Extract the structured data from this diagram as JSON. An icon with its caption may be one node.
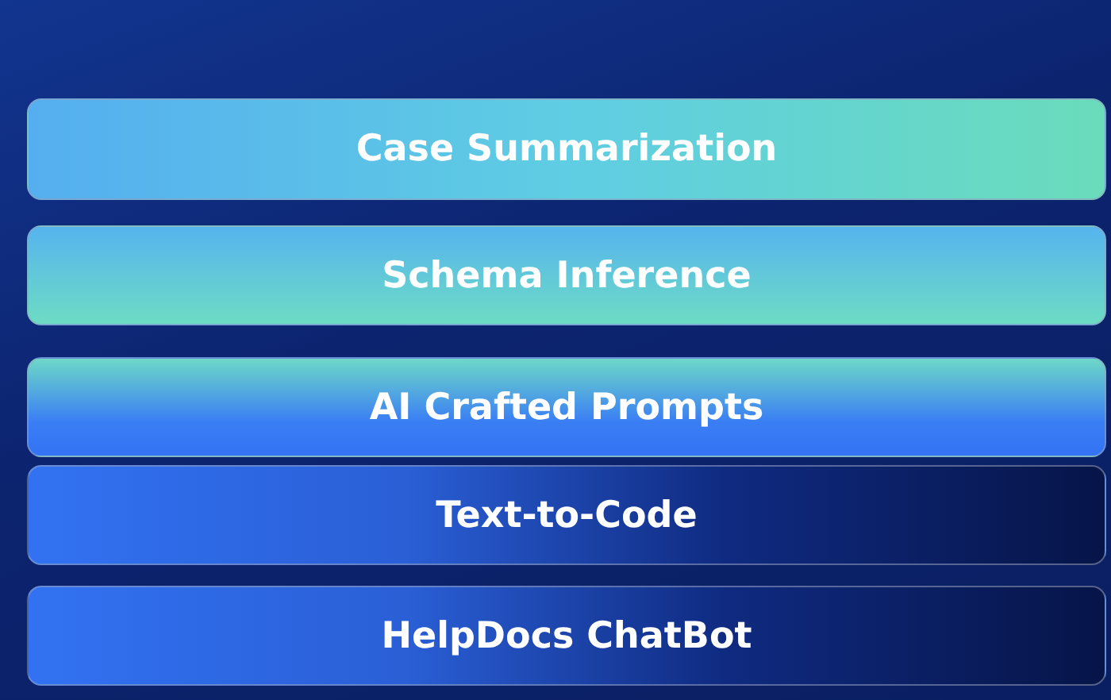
{
  "diagram": {
    "nodes": [
      {
        "text": [
          "Case Summarization"
        ]
      },
      {
        "text": [
          "Schema Inference"
        ]
      },
      {
        "text": [
          "AI Crafted Prompts"
        ]
      },
      {
        "text": [
          "Text-to-Code"
        ]
      },
      {
        "text": [
          "HelpDocs ChatBot"
        ]
      }
    ]
  }
}
